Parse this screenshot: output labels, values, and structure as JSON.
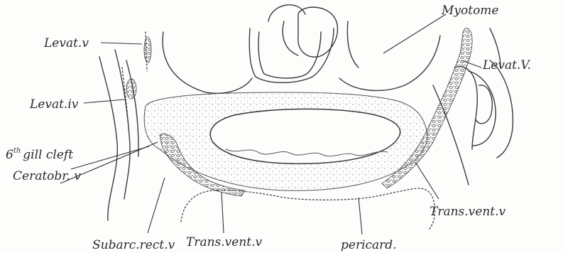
{
  "labels": {
    "myotome": "Myotome",
    "levat_v_left": "Levat.v",
    "levat_v_right": "Levat.V.",
    "levat_iv": "Levat.iv",
    "gill_cleft_num": "6",
    "gill_cleft_sup": "th",
    "gill_cleft_text": "gill cleft",
    "ceratobr_v": "Ceratobr. v",
    "subarc_rect_v": "Subarc.rect.v",
    "trans_vent_v_bottom": "Trans.vent.v",
    "pericard": "pericard.",
    "trans_vent_v_right": "Trans.vent.v"
  }
}
